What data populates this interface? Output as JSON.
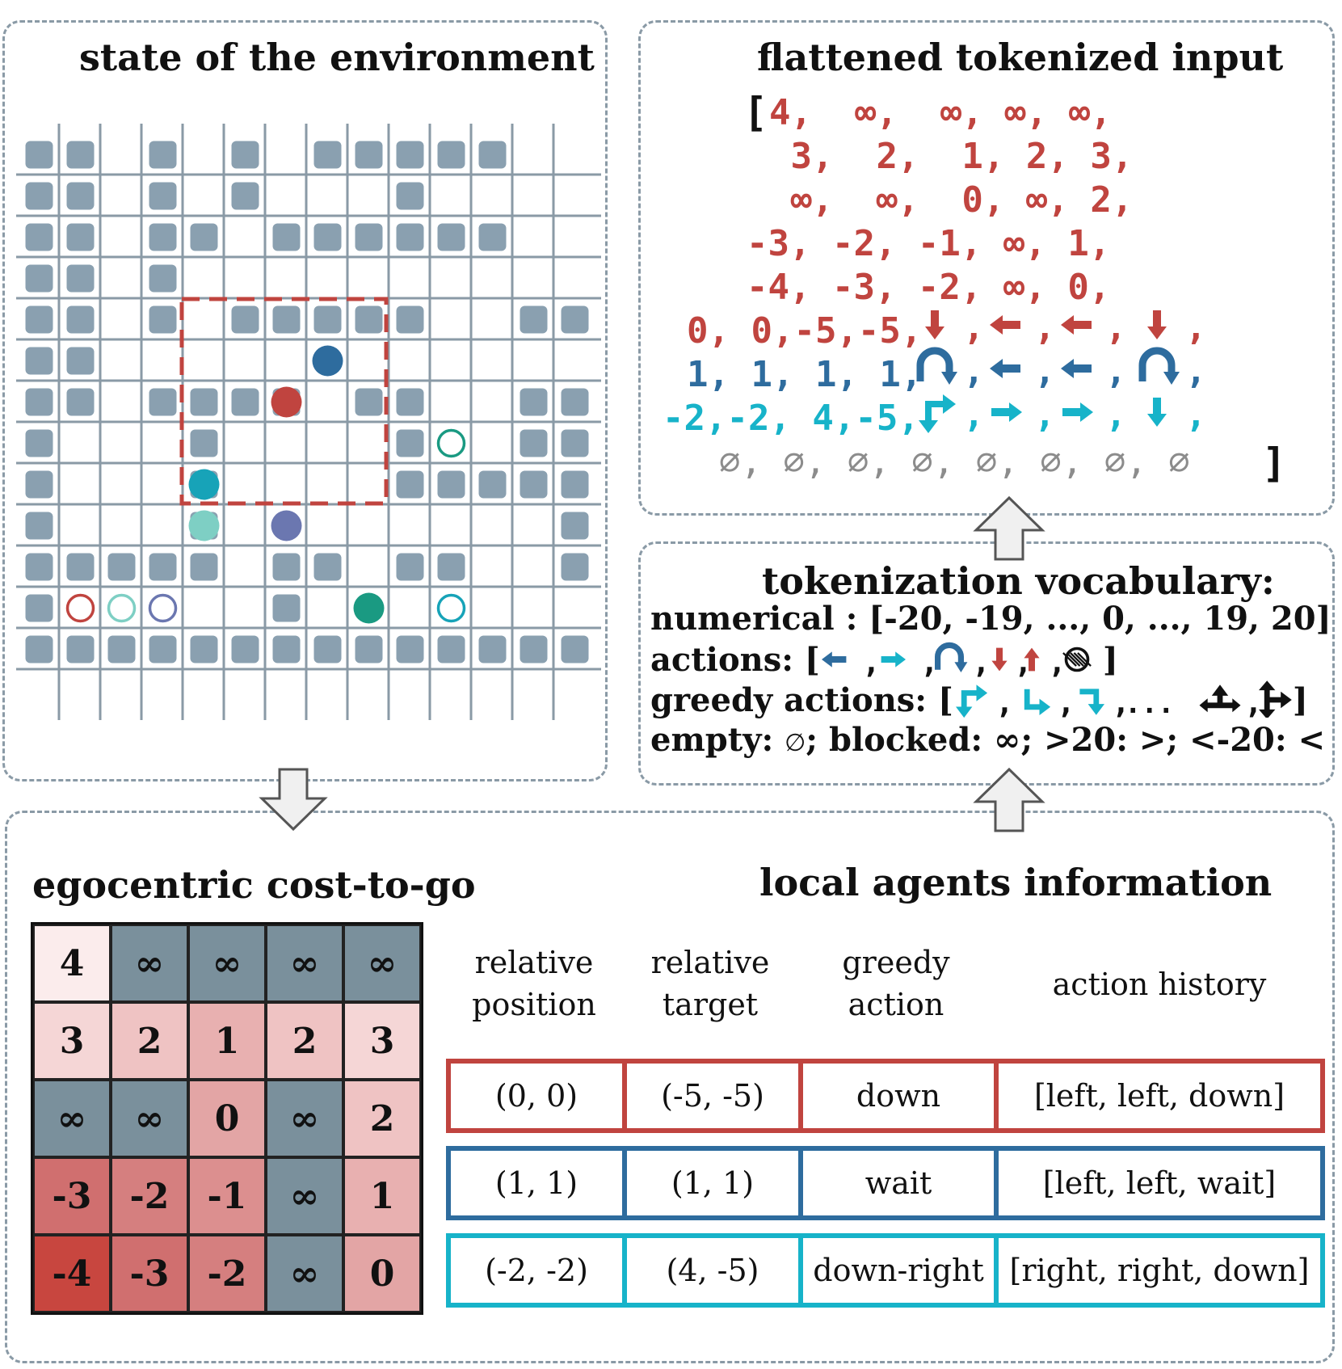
{
  "titles": {
    "environment": "state of the environment",
    "flattened": "flattened tokenized input",
    "vocabulary": "tokenization vocabulary:",
    "costtogo": "egocentric cost-to-go",
    "agents": "local agents information"
  },
  "tokens": {
    "open_bracket": "[",
    "close_bracket": "]",
    "cost_rows": [
      "4,  ∞,  ∞, ∞, ∞,",
      " 3,  2,  1, 2, 3,",
      " ∞,  ∞,  0, ∞, 2,",
      "-3, -2, -1, ∞, 1,",
      "-4, -3, -2, ∞, 0,"
    ],
    "agent_rows": [
      {
        "nums": "0, 0,-5,-5,",
        "color": "#c0443f",
        "actions": [
          "down-arrow",
          "left-arrow",
          "left-arrow",
          "down-arrow"
        ]
      },
      {
        "nums": "1, 1, 1, 1,",
        "color": "#2e6c9e",
        "actions": [
          "wait",
          "left-arrow",
          "left-arrow",
          "wait"
        ]
      },
      {
        "nums": "-2,-2, 4,-5,",
        "color": "#17b3c9",
        "actions": [
          "greedy-down-right",
          "right-arrow",
          "right-arrow",
          "down-arrow"
        ]
      }
    ],
    "empty_row": "∅, ∅, ∅, ∅, ∅, ∅, ∅, ∅"
  },
  "vocab": {
    "numerical": "numerical : [-20, -19, ..., 0, ..., 19, 20]",
    "actions_label": "actions: [",
    "greedy_label": "greedy actions: [",
    "greedy_ellipsis": ", ... ,",
    "empty_label": "empty: ",
    "empty_symbol": "∅",
    "rest": "; blocked: ∞; >20: >; <-20: <",
    "close": "]"
  },
  "cost_grid": [
    [
      "4",
      "∞",
      "∞",
      "∞",
      "∞"
    ],
    [
      "3",
      "2",
      "1",
      "2",
      "3"
    ],
    [
      "∞",
      "∞",
      "0",
      "∞",
      "2"
    ],
    [
      "-3",
      "-2",
      "-1",
      "∞",
      "1"
    ],
    [
      "-4",
      "-3",
      "-2",
      "∞",
      "0"
    ]
  ],
  "cost_colors": {
    "blocked": "#7a909c",
    "4": "#fbecec",
    "3": "#f5d6d6",
    "2": "#efc3c3",
    "1": "#e8b0b0",
    "0": "#e3a5a5",
    "-1": "#dc8f8f",
    "-2": "#d57f7f",
    "-3": "#d06f6f",
    "-4": "#c8463f"
  },
  "agents_table": {
    "headers": [
      "relative\nposition",
      "relative\ntarget",
      "greedy\naction",
      "action history"
    ],
    "rows": [
      {
        "color": "#c0443f",
        "cells": [
          "(0, 0)",
          "(-5, -5)",
          "down",
          "[left, left, down]"
        ]
      },
      {
        "color": "#2e6c9e",
        "cells": [
          "(1, 1)",
          "(1, 1)",
          "wait",
          "[left, left, wait]"
        ]
      },
      {
        "color": "#17b3c9",
        "cells": [
          "(-2, -2)",
          "(4, -5)",
          "down-right",
          "[right, right, down]"
        ]
      }
    ]
  },
  "colors": {
    "red": "#c0443f",
    "blue": "#2e6c9e",
    "cyan": "#17b3c9",
    "grey_token": "#8c8c8c",
    "obstacle": "#8aa0b0",
    "grid_line": "#8a9aa6"
  }
}
